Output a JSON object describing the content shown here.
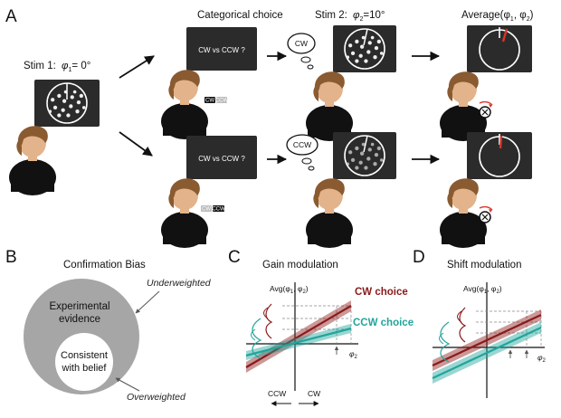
{
  "panels": {
    "a": {
      "letter": "A",
      "stim1": "Stim 1:",
      "phi1_eq": "= 0°",
      "cat_title": "Categorical choice",
      "screen_q_top": "CW vs CCW ?",
      "screen_q_bottom": "CW vs CCW ?",
      "stim2": "Stim 2:",
      "phi2_eq": "=10°",
      "average": "Average(φ",
      "avg_mid": ", φ",
      "avg_end": ")",
      "bubble_top": "CW",
      "bubble_bottom": "CCW",
      "key_top_a": "CW",
      "key_top_b": "CCW",
      "key_bottom_a": "CW",
      "key_bottom_b": "CCW"
    },
    "b": {
      "letter": "B",
      "title": "Confirmation Bias",
      "outer_1": "Experimental",
      "outer_2": "evidence",
      "inner_1": "Consistent",
      "inner_2": "with belief",
      "under": "Underweighted",
      "over": "Overweighted"
    },
    "c": {
      "letter": "C",
      "title": "Gain modulation",
      "ylab": "Avg(φ",
      "xlab": "φ",
      "ccw": "CCW",
      "cw": "CW",
      "legend_cw": "CW choice",
      "legend_ccw": "CCW choice"
    },
    "d": {
      "letter": "D",
      "title": "Shift modulation",
      "ylab": "Avg(φ",
      "xlab": "φ"
    }
  },
  "colors": {
    "cw": "#8b1a1a",
    "ccw": "#21a59b",
    "screen": "#2b2b2b",
    "disk": "#a6a6a6"
  },
  "icons": [
    "person-icon",
    "monitor-icon",
    "thought-bubble-icon",
    "arrow-icon",
    "dial-icon"
  ]
}
